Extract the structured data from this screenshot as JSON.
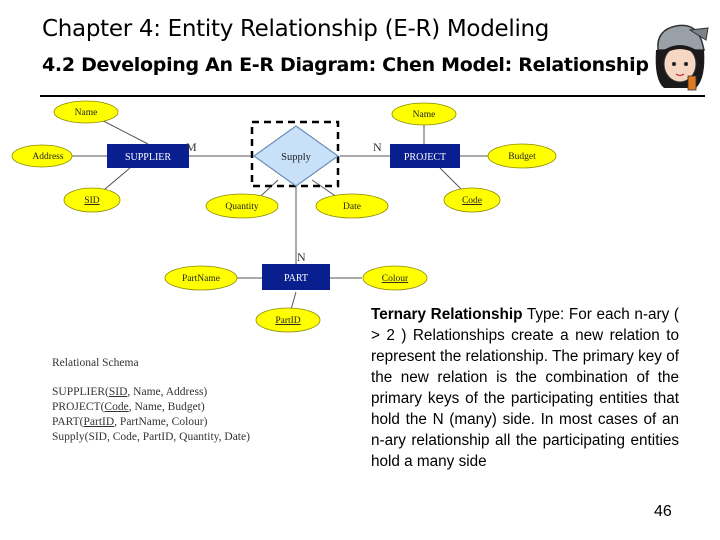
{
  "slide": {
    "title": "Chapter 4: Entity Relationship (E-R) Modeling",
    "subtitle": "4.2 Developing An E-R Diagram: Chen Model: Relationship",
    "page_number": "46"
  },
  "diagram": {
    "entities": {
      "supplier": "SUPPLIER",
      "project": "PROJECT",
      "part": "PART"
    },
    "relationship": "Supply",
    "attributes": {
      "supplier_name": "Name",
      "supplier_address": "Address",
      "supplier_sid": "SID",
      "quantity": "Quantity",
      "date": "Date",
      "project_name": "Name",
      "project_budget": "Budget",
      "project_code": "Code",
      "part_name": "PartName",
      "part_colour": "Colour",
      "part_id": "PartID"
    },
    "cardinality": {
      "supplier": "M",
      "project": "N",
      "part": "N"
    },
    "colors": {
      "entity_fill": "#0a1f8f",
      "attribute_fill": "#ffff00",
      "relationship_fill": "#c8e0f8"
    }
  },
  "schema": {
    "heading": "Relational Schema",
    "rows": [
      {
        "name": "SUPPLIER",
        "open": "(",
        "key": "SID",
        "rest": ", Name, Address)"
      },
      {
        "name": "PROJECT",
        "open": "(",
        "key": "Code",
        "rest": ", Name, Budget)"
      },
      {
        "name": "PART",
        "open": "(",
        "key": "PartID",
        "rest": ", PartName, Colour)"
      },
      {
        "name": "Supply",
        "open": "(",
        "key": "",
        "rest": "SID, Code, PartID, Quantity, Date)"
      }
    ]
  },
  "description": {
    "lead": "Ternary Relationship",
    "body": " Type: For each n-ary ( > 2 ) Relationships create a new relation to represent the relationship. The primary key of the new relation is the combination of the primary keys of the participating entities that hold the N (many) side. In most cases of an n-ary relationship all the participating entities hold a many side"
  }
}
